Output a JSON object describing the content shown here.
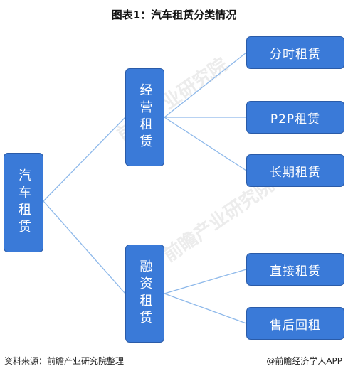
{
  "title": "图表1：汽车租赁分类情况",
  "root": {
    "label": "汽车租赁"
  },
  "branches": [
    {
      "label": "经营租赁",
      "children": [
        "分时租赁",
        "P2P租赁",
        "长期租赁"
      ]
    },
    {
      "label": "融资租赁",
      "children": [
        "直接租赁",
        "售后回租"
      ]
    }
  ],
  "watermark": "前瞻产业研究院",
  "footer": {
    "source": "资料来源：前瞻产业研究院整理",
    "brand": "@前瞻经济学人APP"
  },
  "colors": {
    "box_fill": "#3a7ad8",
    "box_border": "#2a5ba8",
    "connector": "#8db8ea"
  }
}
